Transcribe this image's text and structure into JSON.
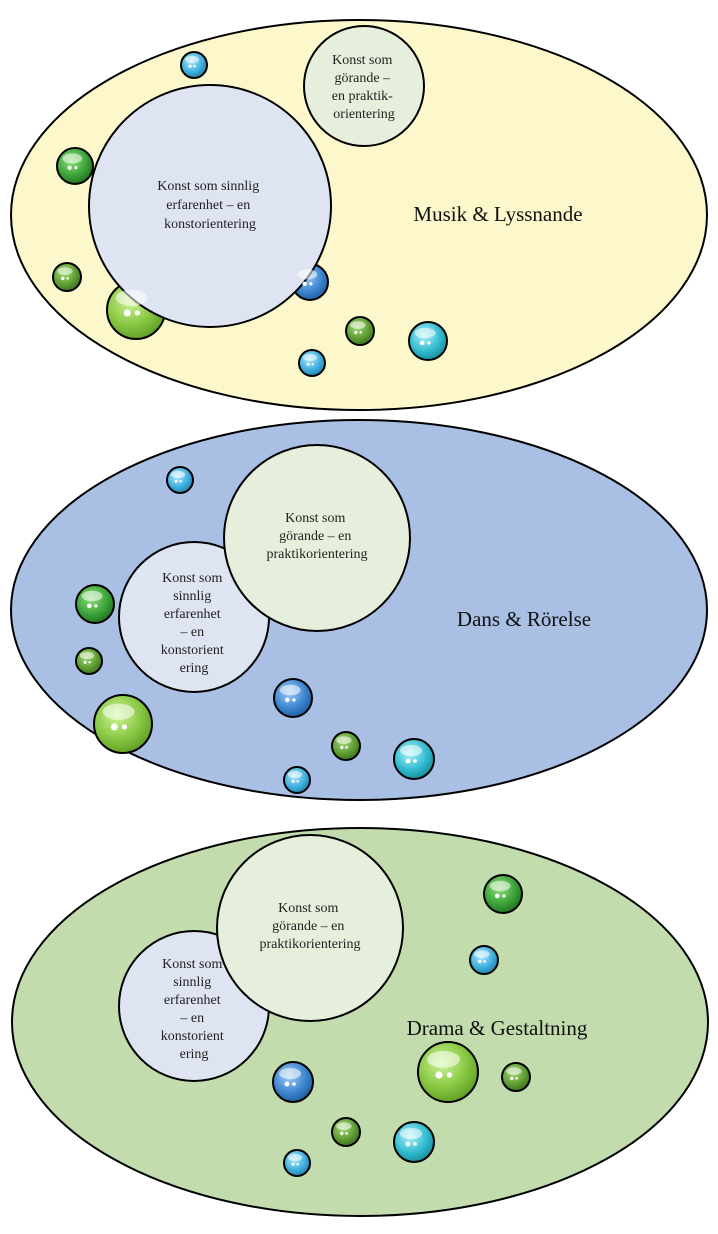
{
  "colors": {
    "panel1_fill": "#fdf7cc",
    "panel2_fill": "#a9bfe4",
    "panel3_fill": "#c2dcae",
    "sinnlig_fill": "#dfe4f3",
    "gorande_fill": "#e6efdc",
    "outline": "#000000",
    "bubble_green": "#3da33a",
    "bubble_olive": "#5f9e33",
    "bubble_lime": "#86c640",
    "bubble_blue": "#3c86d0",
    "bubble_lightblue": "#3fb0de",
    "bubble_teal": "#32bcd0"
  },
  "panels": [
    {
      "title": "Musik & Lyssnande",
      "sinnlig_lines": [
        "Konst som sinnlig",
        "erfarenhet  – en",
        "konstorientering"
      ],
      "gorande_lines": [
        "Konst som",
        "görande –",
        "en praktik-",
        "orientering"
      ]
    },
    {
      "title": "Dans & Rörelse",
      "sinnlig_lines": [
        "Konst som",
        "sinnlig",
        "erfarenhet",
        "– en",
        "konstorient",
        "ering"
      ],
      "gorande_lines": [
        "Konst som",
        "görande – en",
        "praktikorientering"
      ]
    },
    {
      "title": "Drama & Gestaltning",
      "sinnlig_lines": [
        "Konst som",
        "sinnlig",
        "erfarenhet",
        "– en",
        "konstorient",
        "ering"
      ],
      "gorande_lines": [
        "Konst som",
        "görande – en",
        "praktikorientering"
      ]
    }
  ]
}
